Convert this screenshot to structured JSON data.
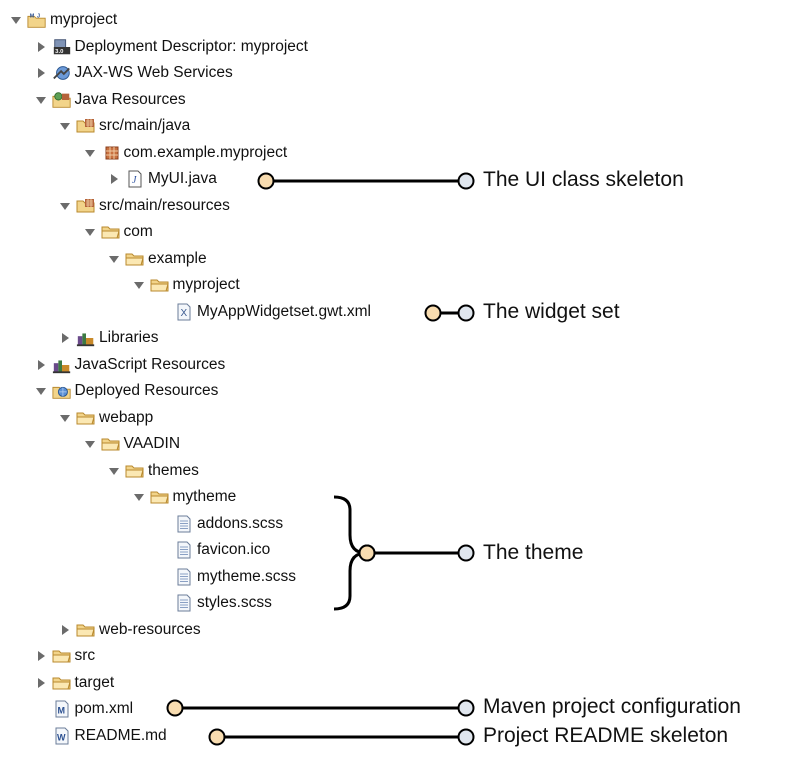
{
  "tree": {
    "items": [
      {
        "label": "myproject",
        "icon": "project-icon",
        "expanded": true
      },
      {
        "label": "Deployment Descriptor: myproject",
        "icon": "deployment-descriptor-icon",
        "expanded": false
      },
      {
        "label": "JAX-WS Web Services",
        "icon": "web-services-icon",
        "expanded": false
      },
      {
        "label": "Java Resources",
        "icon": "java-resources-icon",
        "expanded": true
      },
      {
        "label": "src/main/java",
        "icon": "source-folder-icon",
        "expanded": true
      },
      {
        "label": "com.example.myproject",
        "icon": "package-icon",
        "expanded": true
      },
      {
        "label": "MyUI.java",
        "icon": "java-file-icon",
        "expanded": false
      },
      {
        "label": "src/main/resources",
        "icon": "source-folder-icon",
        "expanded": true
      },
      {
        "label": "com",
        "icon": "folder-icon",
        "expanded": true
      },
      {
        "label": "example",
        "icon": "folder-icon",
        "expanded": true
      },
      {
        "label": "myproject",
        "icon": "folder-icon",
        "expanded": true
      },
      {
        "label": "MyAppWidgetset.gwt.xml",
        "icon": "xml-file-icon",
        "expanded": null
      },
      {
        "label": "Libraries",
        "icon": "libraries-icon",
        "expanded": false
      },
      {
        "label": "JavaScript Resources",
        "icon": "javascript-resources-icon",
        "expanded": false
      },
      {
        "label": "Deployed Resources",
        "icon": "deployed-resources-icon",
        "expanded": true
      },
      {
        "label": "webapp",
        "icon": "folder-icon",
        "expanded": true
      },
      {
        "label": "VAADIN",
        "icon": "folder-icon",
        "expanded": true
      },
      {
        "label": "themes",
        "icon": "folder-icon",
        "expanded": true
      },
      {
        "label": "mytheme",
        "icon": "folder-icon",
        "expanded": true
      },
      {
        "label": "addons.scss",
        "icon": "text-file-icon",
        "expanded": null
      },
      {
        "label": "favicon.ico",
        "icon": "text-file-icon",
        "expanded": null
      },
      {
        "label": "mytheme.scss",
        "icon": "text-file-icon",
        "expanded": null
      },
      {
        "label": "styles.scss",
        "icon": "text-file-icon",
        "expanded": null
      },
      {
        "label": "web-resources",
        "icon": "folder-icon",
        "expanded": false
      },
      {
        "label": "src",
        "icon": "folder-icon",
        "expanded": false
      },
      {
        "label": "target",
        "icon": "folder-icon",
        "expanded": false
      },
      {
        "label": "pom.xml",
        "icon": "maven-file-icon",
        "expanded": null
      },
      {
        "label": "README.md",
        "icon": "markdown-file-icon",
        "expanded": null
      }
    ]
  },
  "annotations": [
    {
      "text": "The UI class skeleton"
    },
    {
      "text": "The widget set"
    },
    {
      "text": "The theme"
    },
    {
      "text": "Maven project configuration"
    },
    {
      "text": "Project README skeleton"
    }
  ],
  "colors": {
    "folder": "#f2d48a",
    "folder_stroke": "#b8892e",
    "marker_start": "#f8dcb0",
    "marker_end": "#e0e6ee",
    "line": "#000000"
  }
}
